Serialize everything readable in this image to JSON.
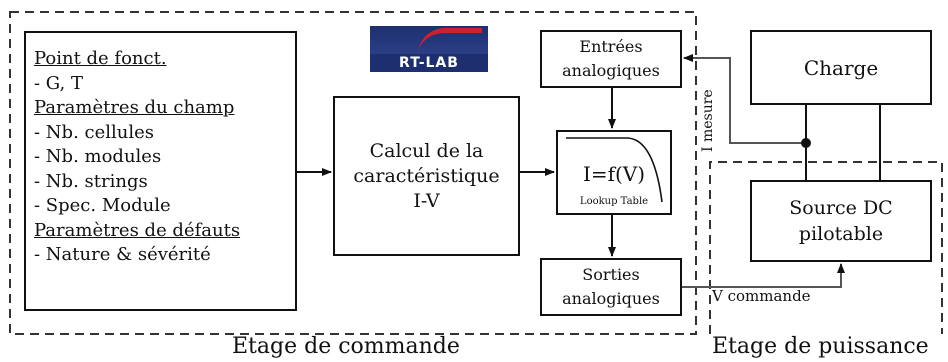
{
  "params_box": {
    "lines": [
      {
        "text": "Point de fonct.",
        "header": true
      },
      {
        "text": "- G, T",
        "header": false
      },
      {
        "text": "Paramètres du champ",
        "header": true
      },
      {
        "text": "- Nb. cellules",
        "header": false
      },
      {
        "text": "- Nb. modules",
        "header": false
      },
      {
        "text": "- Nb. strings",
        "header": false
      },
      {
        "text": "- Spec. Module",
        "header": false
      },
      {
        "text": "Paramètres de défauts",
        "header": true
      },
      {
        "text": "- Nature & sévérité",
        "header": false
      }
    ]
  },
  "calc_box": {
    "line1": "Calcul de la",
    "line2": "caractéristique",
    "line3": "I-V"
  },
  "logo": {
    "word": "RT-LAB"
  },
  "inputs_box": {
    "line1": "Entrées",
    "line2": "analogiques"
  },
  "lookup_box": {
    "equation": "I=f(V)",
    "caption": "Lookup Table"
  },
  "outputs_box": {
    "line1": "Sorties",
    "line2": "analogiques"
  },
  "charge_box": {
    "label": "Charge"
  },
  "source_box": {
    "line1": "Source DC",
    "line2": "pilotable"
  },
  "signals": {
    "i_mesure": "I mesure",
    "v_commande": "V commande"
  },
  "zones": {
    "commande": "Etage de commande",
    "puissance": "Etage de puissance"
  }
}
